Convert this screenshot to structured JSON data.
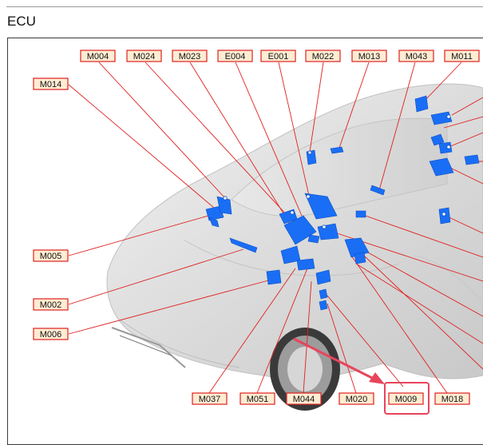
{
  "page": {
    "title": "ECU"
  },
  "callouts": {
    "M004": "M004",
    "M024": "M024",
    "M023": "M023",
    "E004": "E004",
    "E001": "E001",
    "M022": "M022",
    "M013": "M013",
    "M043": "M043",
    "M011": "M011",
    "M014": "M014",
    "M005": "M005",
    "M002": "M002",
    "M006": "M006",
    "M037": "M037",
    "M051": "M051",
    "M044": "M044",
    "M020": "M020",
    "M009": "M009",
    "M018": "M018"
  },
  "colors": {
    "ecu_module": "#1a6ef5",
    "leader_line": "#e02020",
    "label_fill": "#ffecd2",
    "highlight": "#e8455a"
  },
  "highlighted_callout": "M009"
}
